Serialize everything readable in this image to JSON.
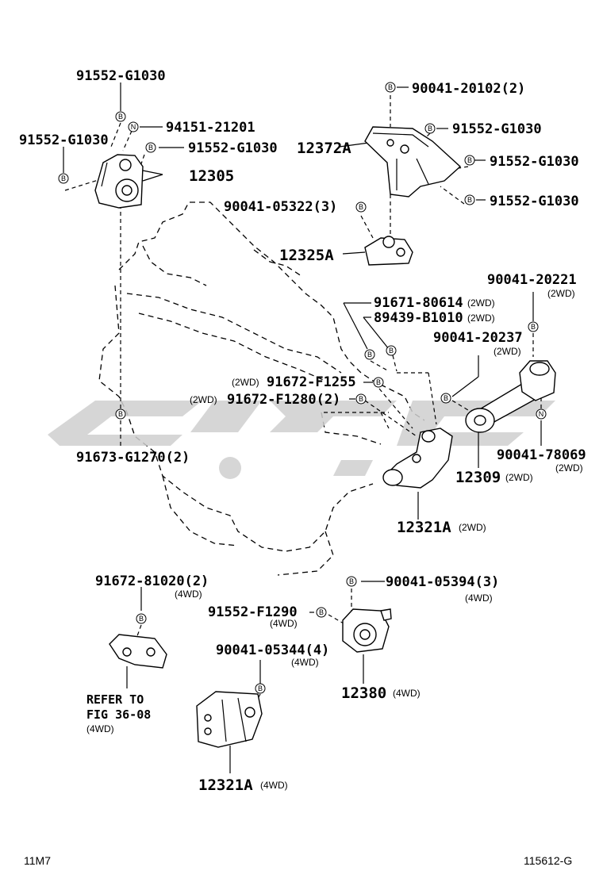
{
  "labels": {
    "l1": {
      "part": "91552-G1030"
    },
    "l2": {
      "part": "94151-21201"
    },
    "l3": {
      "part": "91552-G1030"
    },
    "l4": {
      "part": "91552-G1030"
    },
    "l5": {
      "part": "12305"
    },
    "l6": {
      "part": "90041-20102(2)"
    },
    "l7": {
      "part": "91552-G1030"
    },
    "l8": {
      "part": "12372A"
    },
    "l9": {
      "part": "91552-G1030"
    },
    "l10": {
      "part": "91552-G1030"
    },
    "l11": {
      "part": "90041-05322(3)"
    },
    "l12": {
      "part": "12325A"
    },
    "l13": {
      "part": "90041-20221",
      "note": "(2WD)"
    },
    "l14": {
      "part": "91671-80614",
      "note": "(2WD)"
    },
    "l15": {
      "part": "89439-B1010",
      "note": "(2WD)"
    },
    "l16": {
      "part": "90041-20237",
      "note": "(2WD)"
    },
    "l17": {
      "part": "91672-F1255",
      "note": "(2WD)"
    },
    "l18": {
      "part": "91672-F1280(2)",
      "note": "(2WD)"
    },
    "l19": {
      "part": "91673-G1270(2)"
    },
    "l20": {
      "part": "90041-78069",
      "note": "(2WD)"
    },
    "l21": {
      "part": "12309",
      "note": "(2WD)"
    },
    "l22": {
      "part": "12321A",
      "note": "(2WD)"
    },
    "l23": {
      "part": "91672-81020(2)",
      "note": "(4WD)"
    },
    "l24": {
      "part": "90041-05394(3)",
      "note": "(4WD)"
    },
    "l25": {
      "part": "91552-F1290",
      "note": "(4WD)"
    },
    "l26": {
      "part": "90041-05344(4)",
      "note": "(4WD)"
    },
    "l27": {
      "part": "12380",
      "note": "(4WD)"
    },
    "l28": {
      "line1": "REFER TO",
      "line2": "FIG 36-08",
      "note": "(4WD)"
    },
    "l29": {
      "part": "12321A",
      "note": "(4WD)"
    }
  },
  "markers": {
    "b": "B",
    "n": "N"
  },
  "footer": {
    "left": "11M7",
    "right": "115612-G"
  },
  "colors": {
    "ink": "#000000",
    "watermark": "#cfcfcf",
    "background": "#ffffff"
  }
}
